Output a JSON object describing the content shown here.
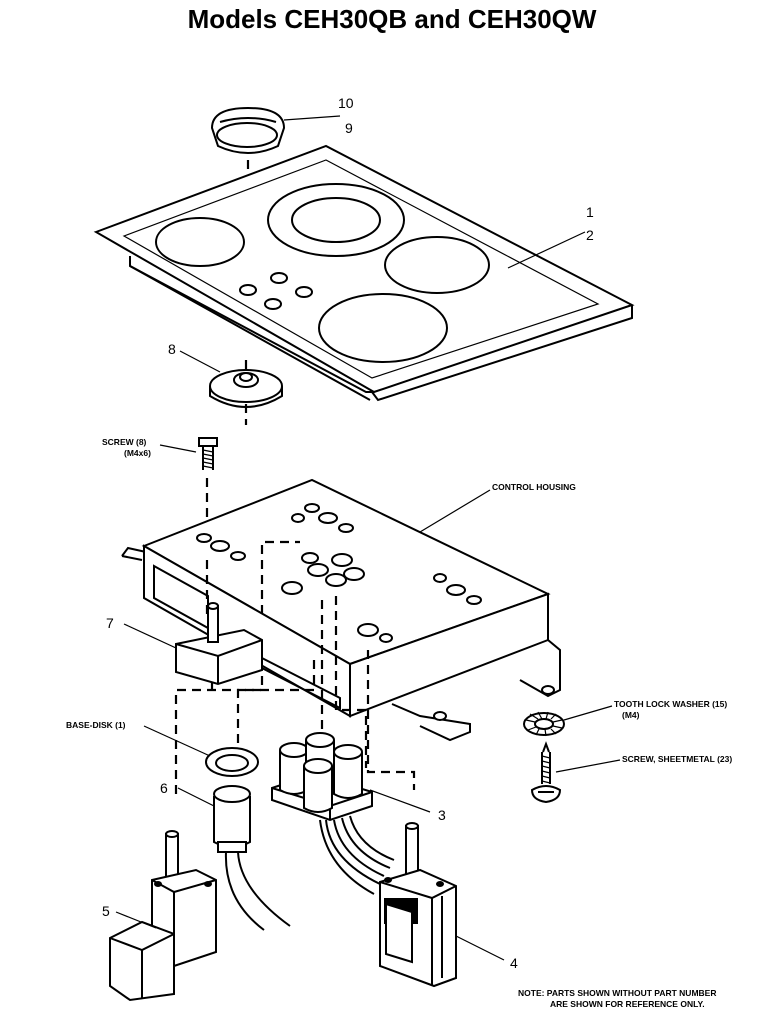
{
  "title": "Models CEH30QB and CEH30QW",
  "callouts": {
    "p1": "1",
    "p2": "2",
    "p3": "3",
    "p4": "4",
    "p5": "5",
    "p6": "6",
    "p7": "7",
    "p8": "8",
    "p9": "9",
    "p10": "10"
  },
  "labels": {
    "screw8": "SCREW (8)",
    "screw8_size": "(M4x6)",
    "control_housing": "CONTROL HOUSING",
    "base_disk": "BASE-DISK (1)",
    "tooth_lock_washer": "TOOTH LOCK WASHER (15)",
    "tooth_lock_washer_size": "(M4)",
    "screw_sheetmetal": "SCREW, SHEETMETAL (23)"
  },
  "note": {
    "line1": "NOTE: PARTS SHOWN WITHOUT PART NUMBER",
    "line2": "ARE SHOWN FOR REFERENCE ONLY."
  }
}
